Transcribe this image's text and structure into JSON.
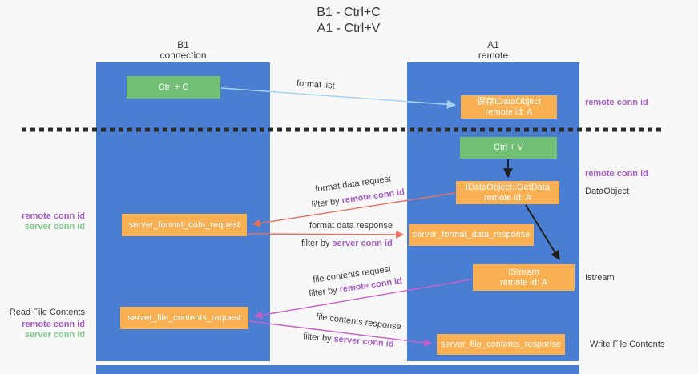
{
  "title": {
    "line1": "B1 - Ctrl+C",
    "line2": "A1 - Ctrl+V"
  },
  "lanes": {
    "left": {
      "title": "B1",
      "subtitle": "connection"
    },
    "right": {
      "title": "A1",
      "subtitle": "remote"
    }
  },
  "nodes": {
    "ctrl_c": {
      "label": "Ctrl + C"
    },
    "save_idataobject": {
      "line1": "保存IDataObject",
      "line2": "remote id: A"
    },
    "ctrl_v": {
      "label": "Ctrl + V"
    },
    "idataobject_getdata": {
      "line1": "IDataObject::GetData",
      "line2": "remote id: A"
    },
    "server_format_data_request": {
      "label": "server_format_data_request"
    },
    "server_format_data_response": {
      "label": "server_format_data_response"
    },
    "istream": {
      "line1": "IStream",
      "line2": "remote id: A"
    },
    "server_file_contents_request": {
      "label": "server_file_contents_request"
    },
    "server_file_contents_response": {
      "label": "server_file_contents_response"
    }
  },
  "edge_labels": {
    "format_list": "format list",
    "format_data_request": "format data request",
    "format_data_response": "format data response",
    "file_contents_request": "file contents request",
    "file_contents_response": "file contents response",
    "filter_by": "filter by",
    "remote_conn_id": "remote conn id",
    "server_conn_id": "server conn id"
  },
  "side_labels": {
    "remote_conn_id_top": "remote conn id",
    "remote_conn_id_mid": "remote conn id",
    "dataobject": "DataObject",
    "istream": "Istream",
    "write_file_contents": "Write File Contents",
    "read_file_contents": "Read File Contents",
    "left_remote_conn_id_1": "remote conn id",
    "left_server_conn_id_1": "server conn id",
    "left_remote_conn_id_2": "remote conn id",
    "left_server_conn_id_2": "server conn id"
  },
  "colors": {
    "lane_blue": "#4a7ed2",
    "box_orange": "#f9b052",
    "box_green": "#71bf74",
    "arrow_red": "#e8705f",
    "arrow_magenta": "#c85fc9",
    "arrow_lightblue": "#a9d3f2",
    "label_purple": "#a85cc9",
    "label_green": "#7cc98a",
    "dashed_line": "#2b2b2b"
  }
}
